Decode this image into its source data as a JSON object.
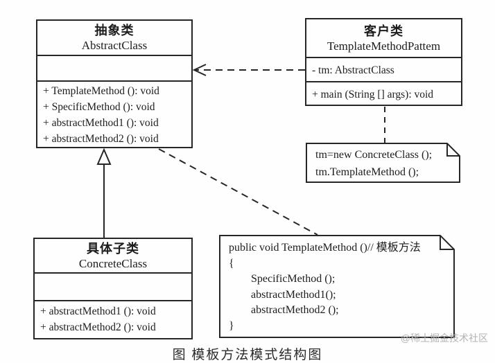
{
  "diagram": {
    "classes": {
      "abstract_class": {
        "name_cn": "抽象类",
        "name_en": "AbstractClass",
        "methods": [
          "+ TemplateMethod (): void",
          "+ SpecificMethod (): void",
          "+ abstractMethod1 (): void",
          "+ abstractMethod2 (): void"
        ]
      },
      "client_class": {
        "name_cn": "客户类",
        "name_en": "TemplateMethodPattem",
        "attributes": [
          "- tm: AbstractClass"
        ],
        "methods": [
          "+ main (String [] args): void"
        ]
      },
      "concrete_class": {
        "name_cn": "具体子类",
        "name_en": "ConcreteClass",
        "methods": [
          "+ abstractMethod1 (): void",
          "+ abstractMethod2 (): void"
        ]
      }
    },
    "notes": {
      "client_note": {
        "lines": [
          "tm=new ConcreteClass ();",
          "tm.TemplateMethod ();"
        ]
      },
      "template_note": {
        "lines": [
          "public void TemplateMethod ()// 模板方法",
          "{",
          "SpecificMethod ();",
          "abstractMethod1();",
          "abstractMethod2 ();",
          "}"
        ]
      }
    },
    "relations": {
      "association": "dashed arrow from client class to abstract class",
      "inheritance": "solid line with hollow triangle from ConcreteClass to AbstractClass",
      "note_links": "dashed lines linking notes"
    },
    "caption": "图 模板方法模式结构图",
    "watermark": "@稀土掘金技术社区",
    "colors": {
      "line": "#262626",
      "text": "#1c1c1c",
      "watermark": "#b3b3b3",
      "background": "#fefefe"
    }
  }
}
